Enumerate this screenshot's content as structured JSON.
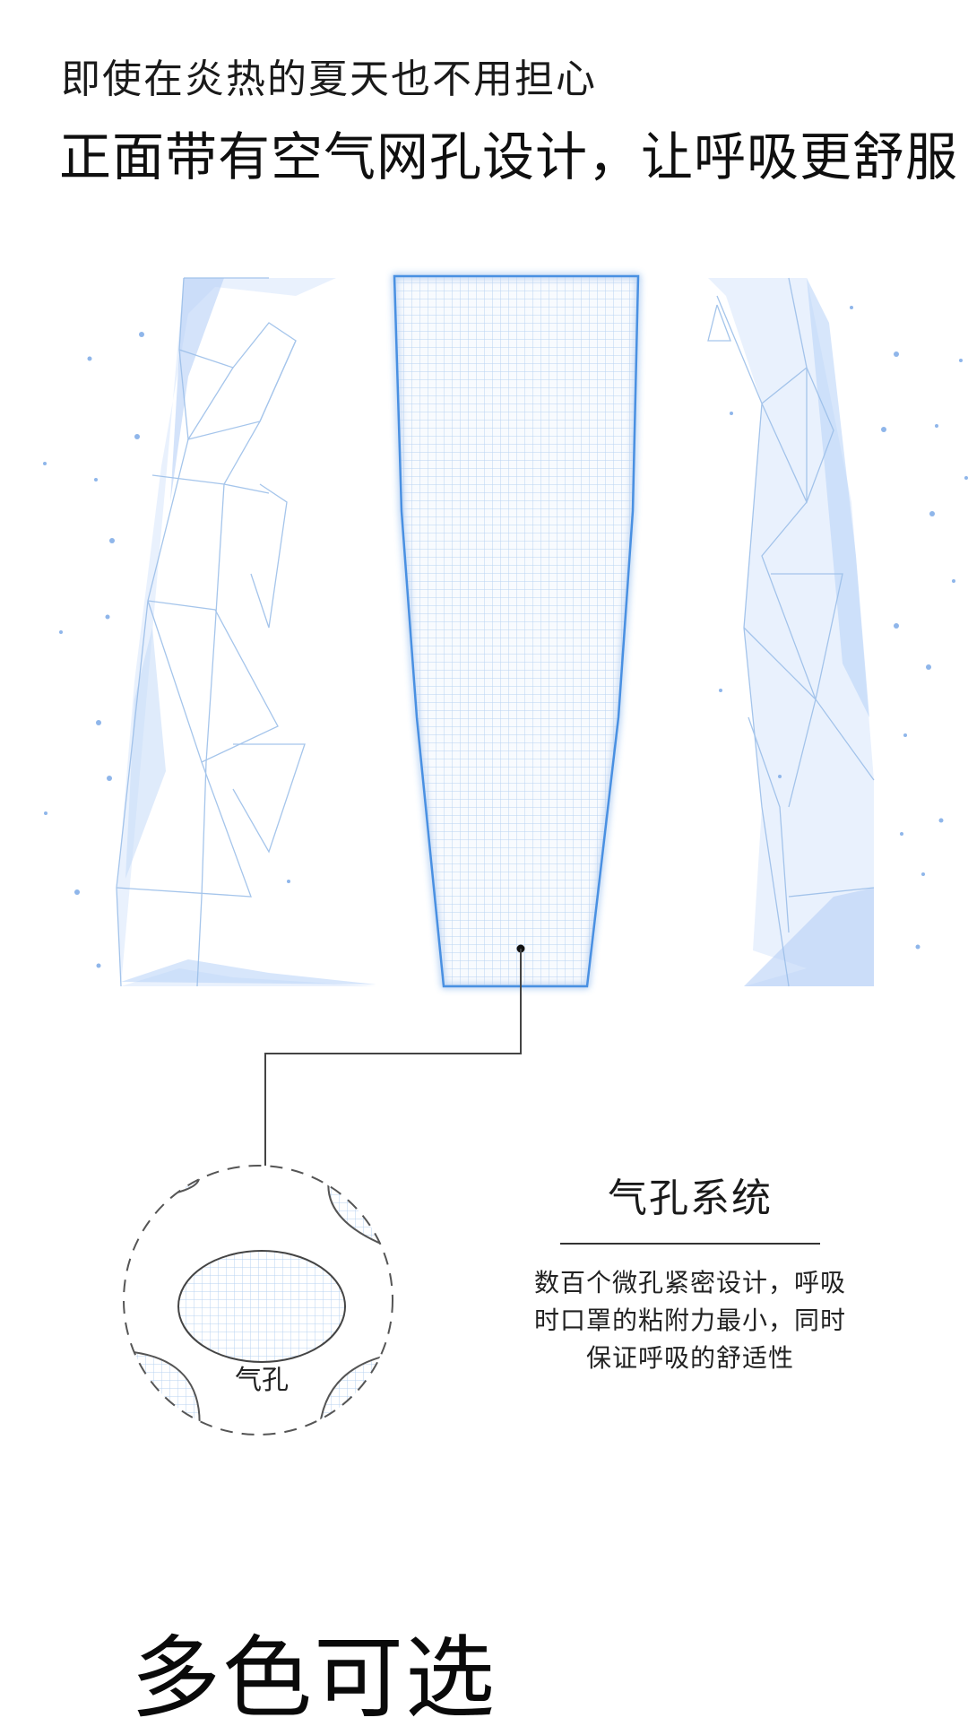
{
  "header": {
    "subtitle": "即使在炎热的夏天也不用担心",
    "headline": "正面带有空气网孔设计，让呼吸更舒服"
  },
  "feature": {
    "title": "气孔系统",
    "description_lines": [
      "数百个微孔紧密设计，呼吸",
      "时口罩的粘附力最小，同时",
      "保证呼吸的舒适性"
    ],
    "pore_label": "气孔"
  },
  "section": {
    "colors_title": "多色可选"
  },
  "colors": {
    "accent": "#4a90e2",
    "mesh": "#b9d3f2",
    "panel_fill": "#cfe0fa",
    "text": "#111111"
  },
  "icons": {
    "mesh_panel": "mask-mesh-panel-icon",
    "magnifier": "pore-magnifier-icon"
  }
}
